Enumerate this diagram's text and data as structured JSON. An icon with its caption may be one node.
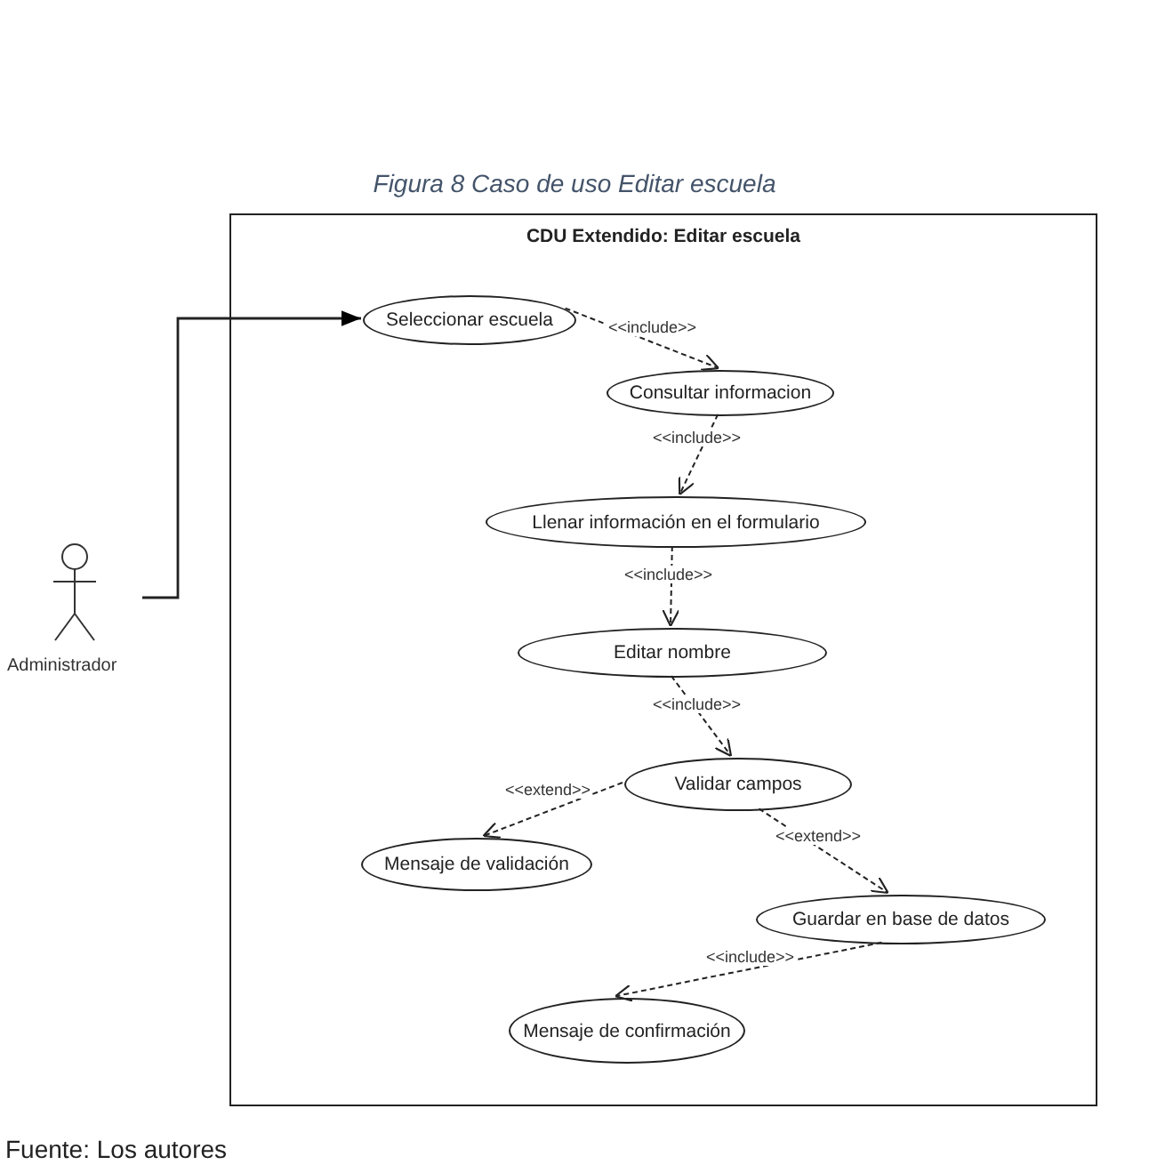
{
  "diagram": {
    "title": "Figura 8 Caso de uso Editar escuela",
    "caption": "Fuente: Los autores",
    "nodes": [
      {
        "text": [
          "CDU Extendido: Editar escuela"
        ]
      },
      {
        "text": [
          "Administrador"
        ]
      },
      {
        "text": [
          "Seleccionar escuela"
        ],
        "in": 0
      },
      {
        "text": [
          "Consultar informacion"
        ],
        "in": 0
      },
      {
        "text": [
          "Llenar información en el formulario"
        ],
        "in": 0
      },
      {
        "text": [
          "Editar nombre"
        ],
        "in": 0
      },
      {
        "text": [
          "Validar campos"
        ],
        "in": 0
      },
      {
        "text": [
          "Mensaje de validación"
        ],
        "in": 0
      },
      {
        "text": [
          "Guardar en base de datos"
        ],
        "in": 0
      },
      {
        "text": [
          "Mensaje de confirmación"
        ],
        "in": 0
      }
    ],
    "edges": [
      {
        "from": 1,
        "to": 2,
        "arrow": "to"
      },
      {
        "from": 2,
        "to": 3,
        "arrow": "to",
        "label": "<<include>>",
        "style": "dashed"
      },
      {
        "from": 3,
        "to": 4,
        "arrow": "to",
        "label": "<<include>>",
        "style": "dashed"
      },
      {
        "from": 4,
        "to": 5,
        "arrow": "to",
        "label": "<<include>>",
        "style": "dashed"
      },
      {
        "from": 5,
        "to": 6,
        "arrow": "to",
        "label": "<<include>>",
        "style": "dashed"
      },
      {
        "from": 6,
        "to": 7,
        "arrow": "to",
        "label": "<<extend>>",
        "style": "dashed"
      },
      {
        "from": 6,
        "to": 8,
        "arrow": "to",
        "label": "<<extend>>",
        "style": "dashed"
      },
      {
        "from": 8,
        "to": 9,
        "arrow": "to",
        "label": "<<include>>",
        "style": "dashed"
      }
    ]
  }
}
